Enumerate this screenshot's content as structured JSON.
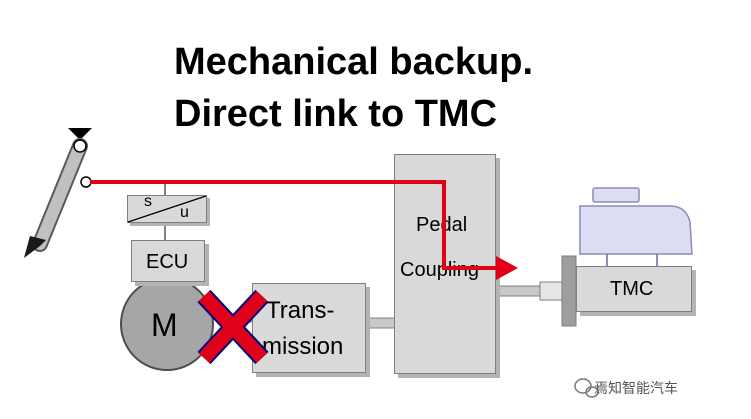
{
  "title": {
    "line1": "Mechanical backup.",
    "line2": "Direct link to TMC"
  },
  "blocks": {
    "sensor": {
      "top": "s",
      "bottom": "u"
    },
    "ecu": "ECU",
    "motor": "M",
    "transmission": {
      "line1": "Trans-",
      "line2": "mission"
    },
    "pedal_coupling": {
      "line1": "Pedal",
      "line2": "Coupling"
    },
    "tmc": "TMC"
  },
  "watermark": "焉知智能汽车",
  "colors": {
    "red_link": "#e0001a",
    "block_fill": "#d9d9d9",
    "block_border": "#7f7f7f",
    "shadow": "#b3b3b3",
    "reservoir": "#dcdcf5"
  }
}
